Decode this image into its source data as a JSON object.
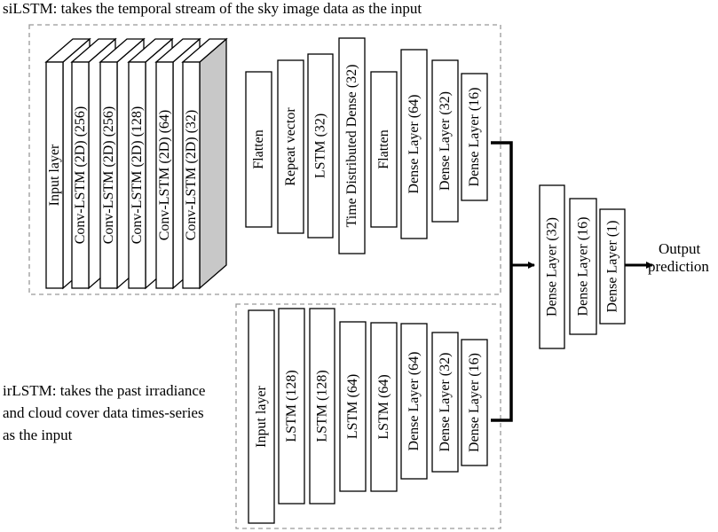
{
  "captions": {
    "silstm": "siLSTM: takes the temporal stream of the sky image data as the input",
    "irlstm_lines": [
      "irLSTM: takes the past irradiance",
      "and cloud cover data times-series",
      "as the input"
    ]
  },
  "silstm_3d_layers": [
    "Input layer",
    "Conv-LSTM (2D) (256)",
    "Conv-LSTM (2D) (256)",
    "Conv-LSTM (2D) (128)",
    "Conv-LSTM (2D) (64)",
    "Conv-LSTM (2D) (32)"
  ],
  "silstm_layers": [
    "Flatten",
    "Repeat vector",
    "LSTM (32)",
    "Time Distributed Dense (32)",
    "Flatten",
    "Dense Layer (64)",
    "Dense Layer (32)",
    "Dense Layer (16)"
  ],
  "irlstm_layers": [
    "Input layer",
    "LSTM (128)",
    "LSTM (128)",
    "LSTM (64)",
    "LSTM (64)",
    "Dense Layer (64)",
    "Dense Layer (32)",
    "Dense Layer (16)"
  ],
  "merged_layers": [
    "Dense Layer (32)",
    "Dense Layer (16)",
    "Dense Layer (1)"
  ],
  "output_lines": [
    "Output",
    "prediction"
  ],
  "colors": {
    "stroke": "#000000",
    "dashed_border": "#999999",
    "last_conv_side": "#c8c8c8"
  }
}
